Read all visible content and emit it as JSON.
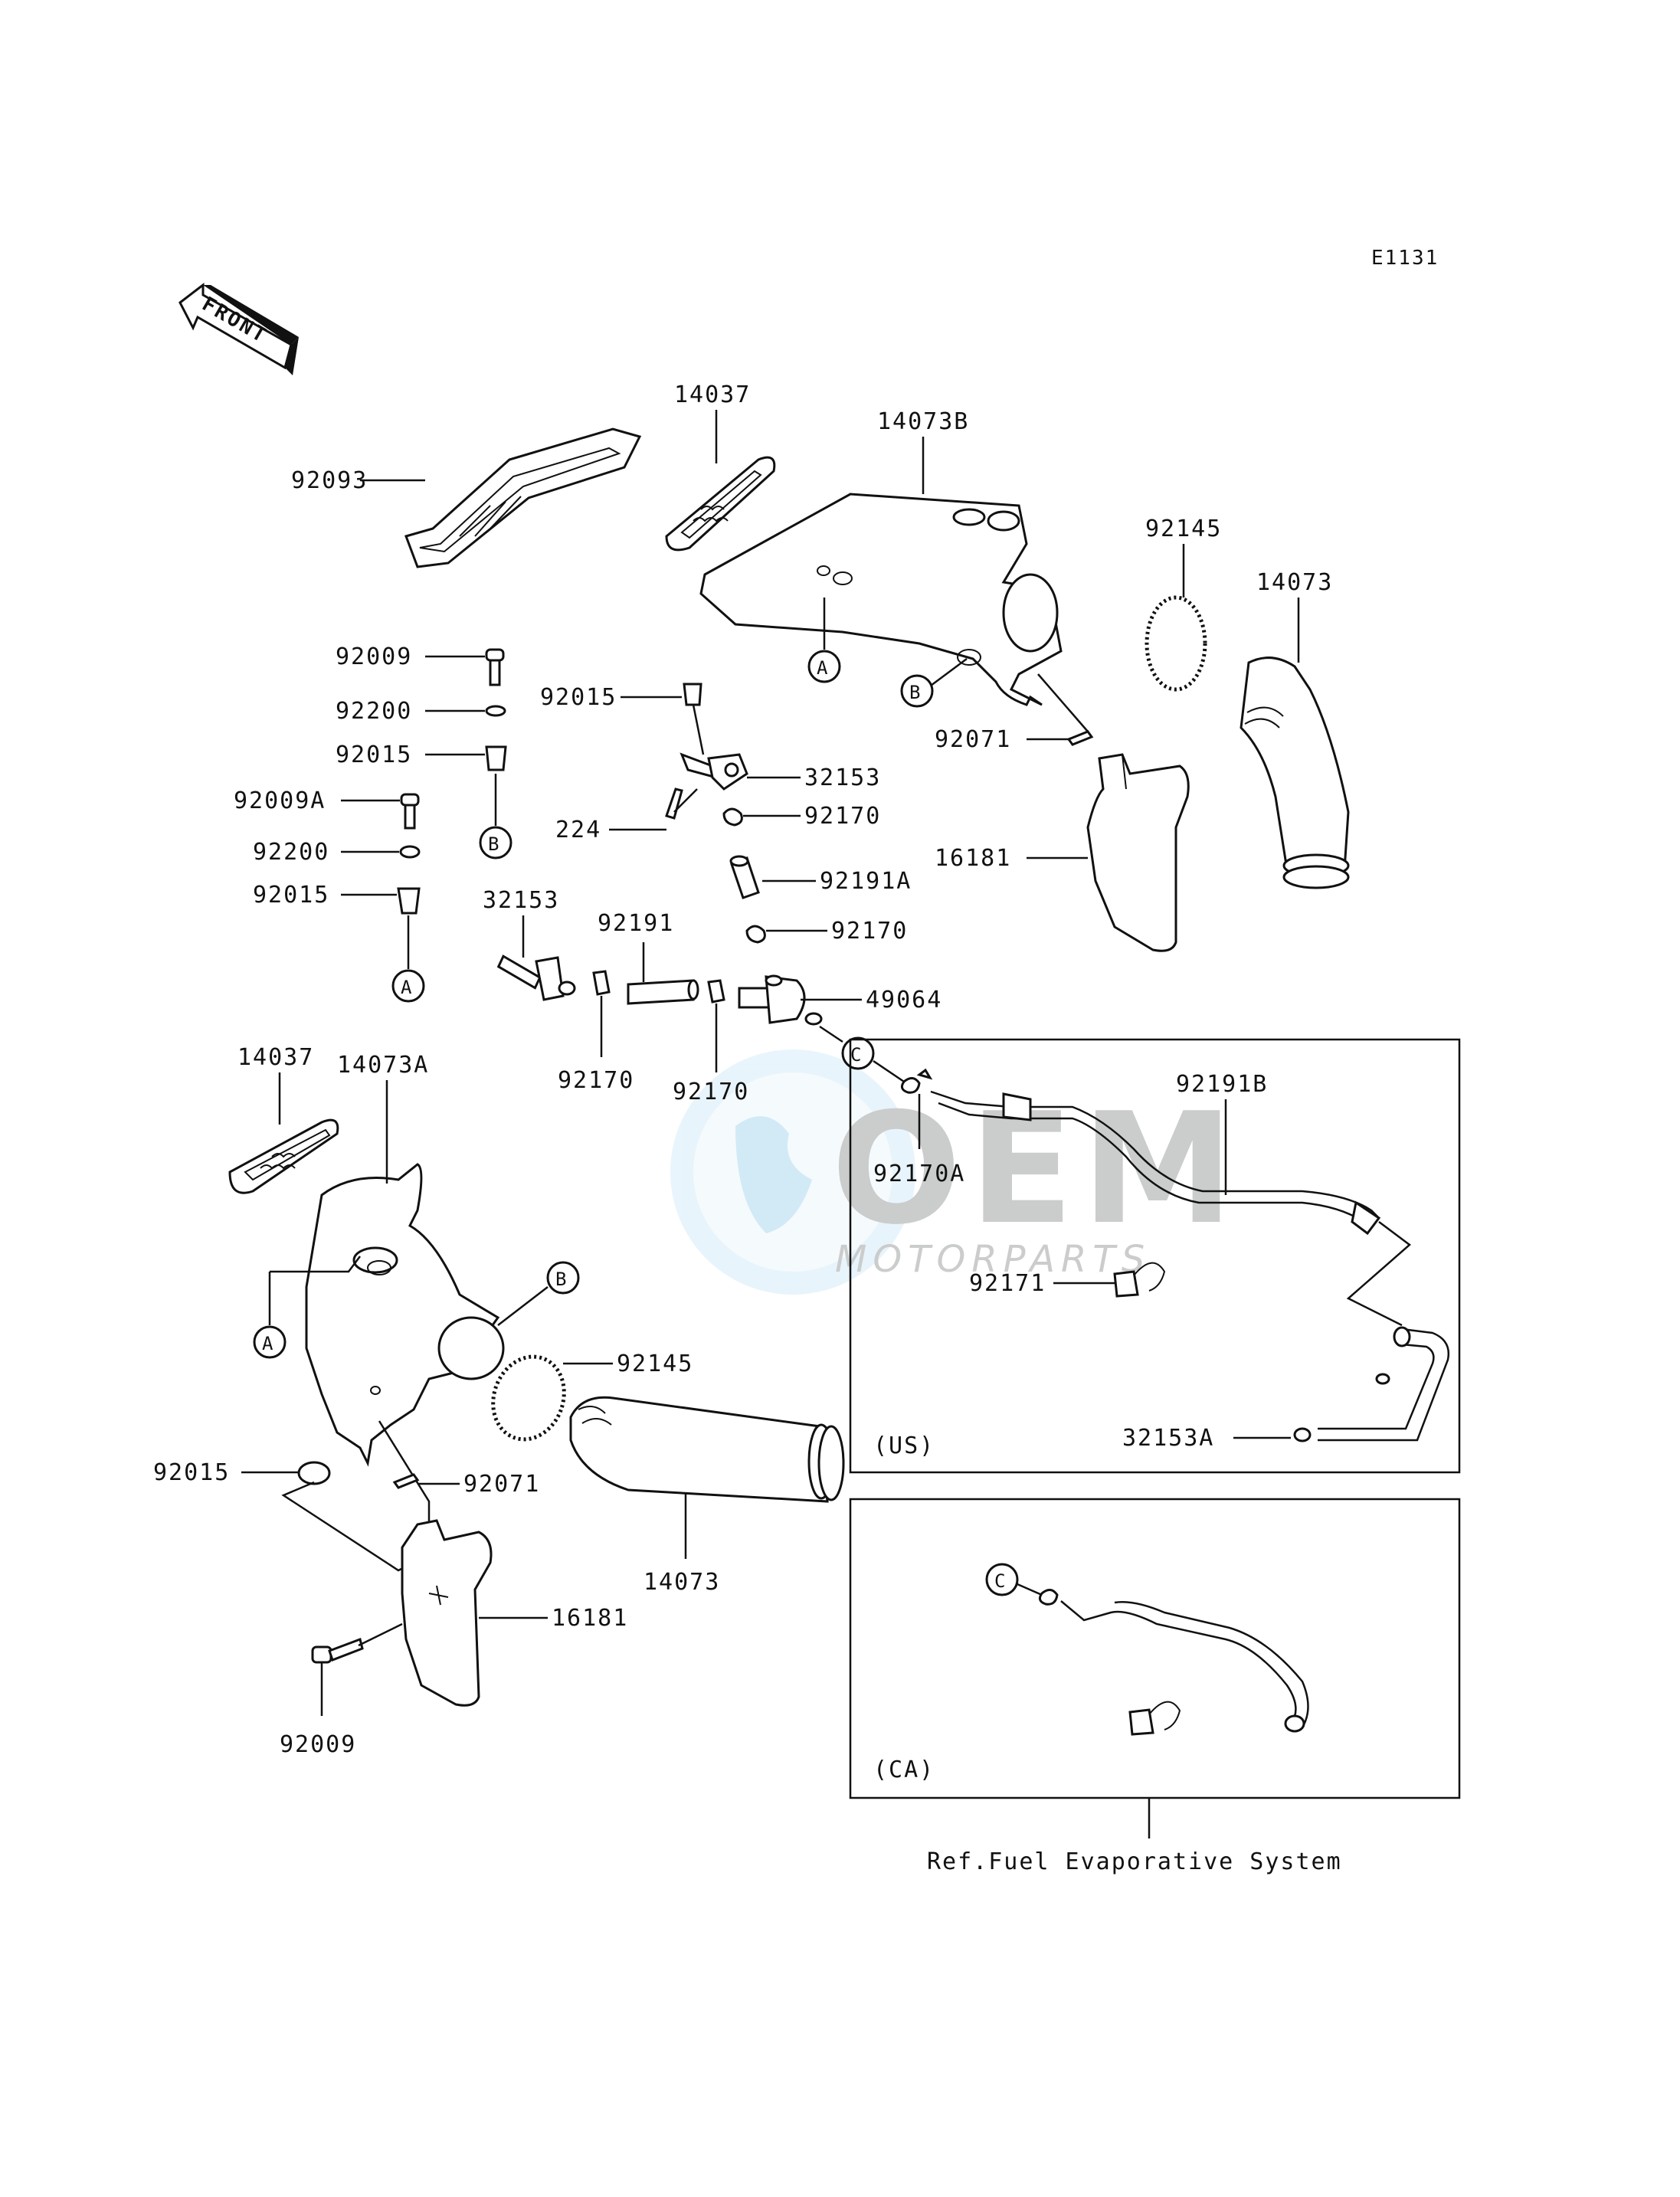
{
  "diagram_code": "E1131",
  "front_arrow": "FRONT",
  "watermark": {
    "brand": "OEM",
    "sub": "MOTORPARTS"
  },
  "parts": {
    "p92093": "92093",
    "p14037_top": "14037",
    "p14073B": "14073B",
    "p92145_top": "92145",
    "p14073_top": "14073",
    "p92009": "92009",
    "p92200_a": "92200",
    "p92015_a": "92015",
    "p92009A": "92009A",
    "p92200_b": "92200",
    "p92015_b": "92015",
    "p92015_c": "92015",
    "p32153_a": "32153",
    "p224": "224",
    "p92170_a": "92170",
    "p92071_top": "92071",
    "p16181_top": "16181",
    "p92191A": "92191A",
    "p32153_b": "32153",
    "p92191": "92191",
    "p92170_b": "92170",
    "p49064": "49064",
    "p92170_c": "92170",
    "p92170_d": "92170",
    "p14037_bot": "14037",
    "p14073A": "14073A",
    "p92170A": "92170A",
    "p92191B": "92191B",
    "p92171": "92171",
    "p92145_bot": "92145",
    "p92015_d": "92015",
    "p92071_bot": "92071",
    "p32153A": "32153A",
    "p14073_bot": "14073",
    "p16181_bot": "16181",
    "p92009_bot": "92009"
  },
  "callouts": {
    "a": "A",
    "b": "B",
    "c": "C"
  },
  "regions": {
    "us": "(US)",
    "ca": "(CA)"
  },
  "reference_note": "Ref.Fuel Evaporative System"
}
